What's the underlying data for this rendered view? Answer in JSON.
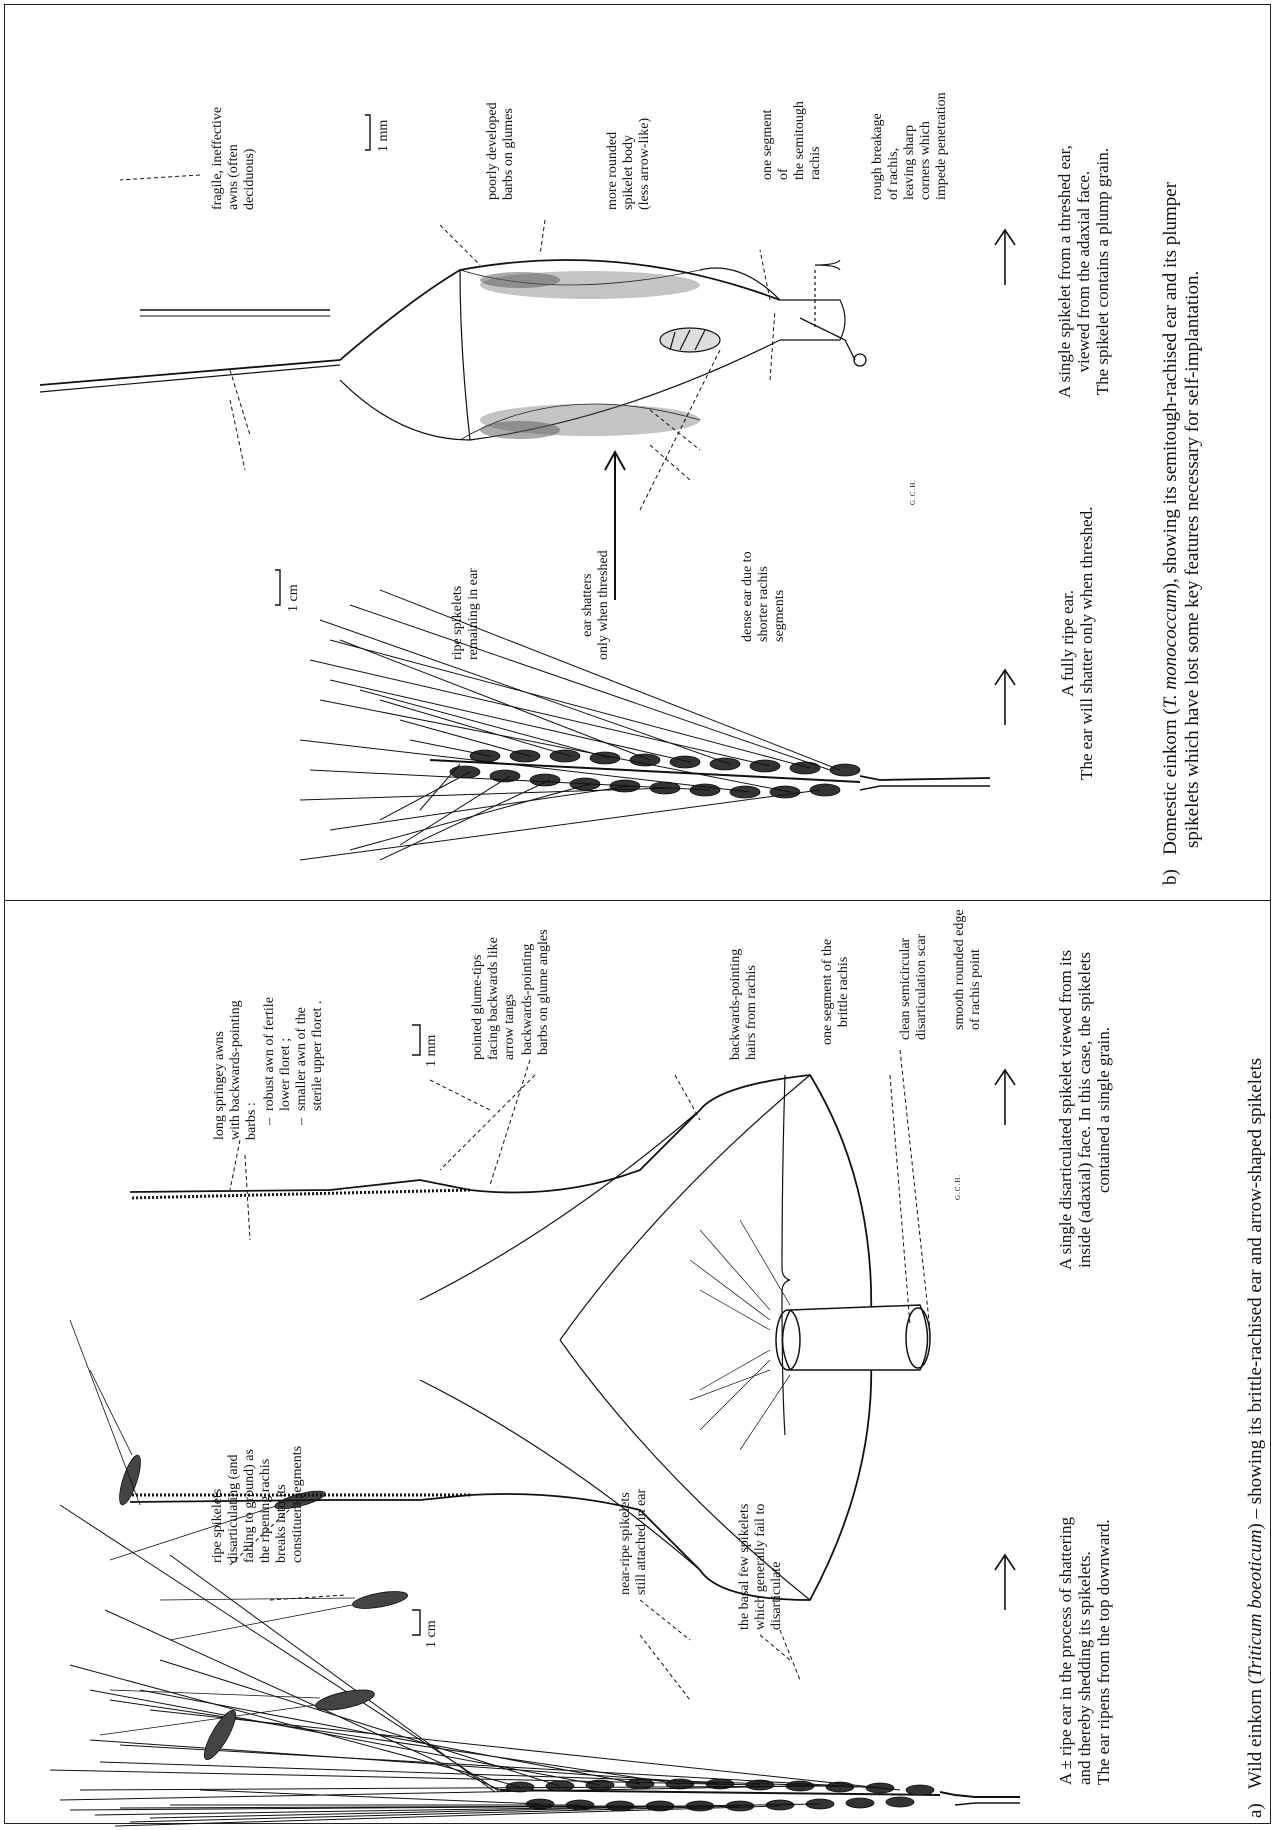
{
  "panel_a": {
    "caption_letter": "a)",
    "caption_pre": "Wild einkorn (",
    "caption_species": "Triticum boeoticum",
    "caption_post": ") – showing its brittle-rachised ear and arrow-shaped spikelets",
    "ear_notes": [
      "A ± ripe ear in the process of shattering",
      "and thereby shedding its spikelets.",
      "The ear ripens from the top downward."
    ],
    "spikelet_notes": [
      "A single disarticulated spikelet viewed from its",
      "inside (adaxial) face. In this case, the spikelets",
      "contained a single grain."
    ],
    "scale_ear": "1 cm",
    "scale_spikelet": "1 mm",
    "label_ripe": [
      "ripe spikelets",
      "disarticulating (and",
      "falling to ground) as",
      "the ripening rachis",
      "breaks into its",
      "constituent segments"
    ],
    "label_near_ripe": [
      "near-ripe spikelets",
      "still attached in ear"
    ],
    "label_basal": [
      "the basal few spikelets",
      "which generally fail to",
      "disarticulate"
    ],
    "label_awns": [
      "long springey awns",
      "with backwards-pointing",
      "barbs :"
    ],
    "label_awns_items": [
      "robust awn of fertile",
      "lower floret ;",
      "smaller awn of the",
      "sterile upper floret ."
    ],
    "label_glume_tips": [
      "pointed glume-tips",
      "facing backwards like",
      "arrow tangs"
    ],
    "label_barbs": [
      "backwards-pointing",
      "barbs on glume angles"
    ],
    "label_hairs": [
      "backwards-pointing",
      "hairs from rachis"
    ],
    "label_segment": [
      "one segment of the",
      "brittle rachis"
    ],
    "label_scar": [
      "clean semicircular",
      "disarticulation scar"
    ],
    "label_edge": [
      "smooth rounded edge",
      "of rachis point"
    ],
    "signature": "G.C.H."
  },
  "panel_b": {
    "caption_letter": "b)",
    "caption_line1_pre": "Domestic einkorn (",
    "caption_species": "T. monococcum",
    "caption_line1_post": "), showing its semitough-rachised ear and its plumper",
    "caption_line2": "spikelets which have lost some key features necessary for self-implantation.",
    "ear_notes": [
      "A fully ripe ear.",
      "The ear will shatter only when threshed."
    ],
    "spikelet_notes": [
      "A single spikelet from a threshed ear,",
      "viewed from the adaxial face.",
      "The spikelet contains a plump grain."
    ],
    "scale_ear": "1 cm",
    "scale_spikelet": "1 mm",
    "label_ripe": [
      "ripe spikelets",
      "remaining in ear"
    ],
    "label_shatter": [
      "ear shatters",
      "only when threshed"
    ],
    "label_dense": [
      "dense ear due to",
      "shorter rachis",
      "segments"
    ],
    "label_awns": [
      "fragile, ineffective",
      "awns (often",
      "deciduous)"
    ],
    "label_barbs": [
      "poorly developed",
      "barbs on glumes"
    ],
    "label_body": [
      "more rounded",
      "spikelet body",
      "(less arrow-like)"
    ],
    "label_segment": [
      "one segment",
      "of",
      "the semitough",
      "rachis"
    ],
    "label_breakage": [
      "rough breakage",
      "of rachis,",
      "leaving sharp",
      "corners which",
      "impede penetration"
    ],
    "signature": "G.C.H."
  }
}
